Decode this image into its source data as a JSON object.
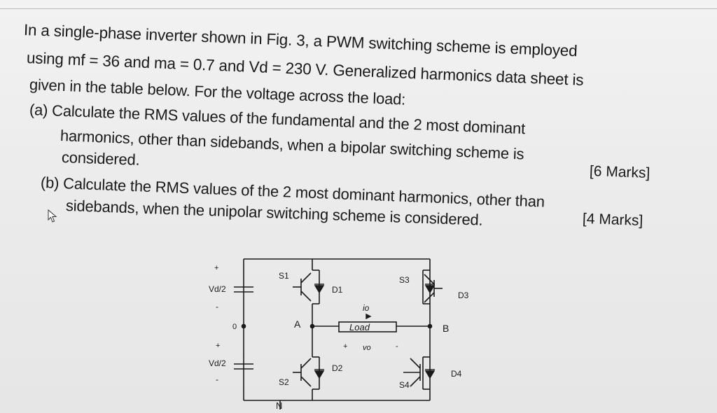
{
  "question": {
    "line1": "In a single-phase inverter shown in Fig. 3, a PWM switching scheme is employed",
    "line2": "using mf = 36 and ma = 0.7 and Vd = 230 V. Generalized harmonics data sheet is",
    "line3": "given in the table below. For the voltage across the load:",
    "part_a_line1": "(a) Calculate  the  RMS  values  of  the  fundamental  and  the  2  most  dominant",
    "part_a_line2": "harmonics,  other  than  sidebands,  when  a  bipolar  switching  scheme  is",
    "part_a_line3": "considered.",
    "part_a_marks": "[6 Marks]",
    "part_b_line1": "(b) Calculate  the  RMS  values  of  the  2  most  dominant  harmonics,  other  than",
    "part_b_line2": "sidebands, when the unipolar switching scheme is considered.",
    "part_b_marks": "[4 Marks]"
  },
  "circuit": {
    "plus_top": "+",
    "vd2_top": "Vd/2",
    "minus_top": "-",
    "zero_node": "0",
    "plus_bottom": "+",
    "vd2_bottom": "Vd/2",
    "minus_bottom": "-",
    "s1": "S1",
    "d1": "D1",
    "s2": "S2",
    "d2": "D2",
    "s3": "S3",
    "d3": "D3",
    "s4": "S4",
    "d4": "D4",
    "node_a": "A",
    "node_b": "B",
    "node_n": "N",
    "io": "io",
    "load": "Load",
    "vo_plus": "+",
    "vo": "vo",
    "vo_minus": "-"
  }
}
